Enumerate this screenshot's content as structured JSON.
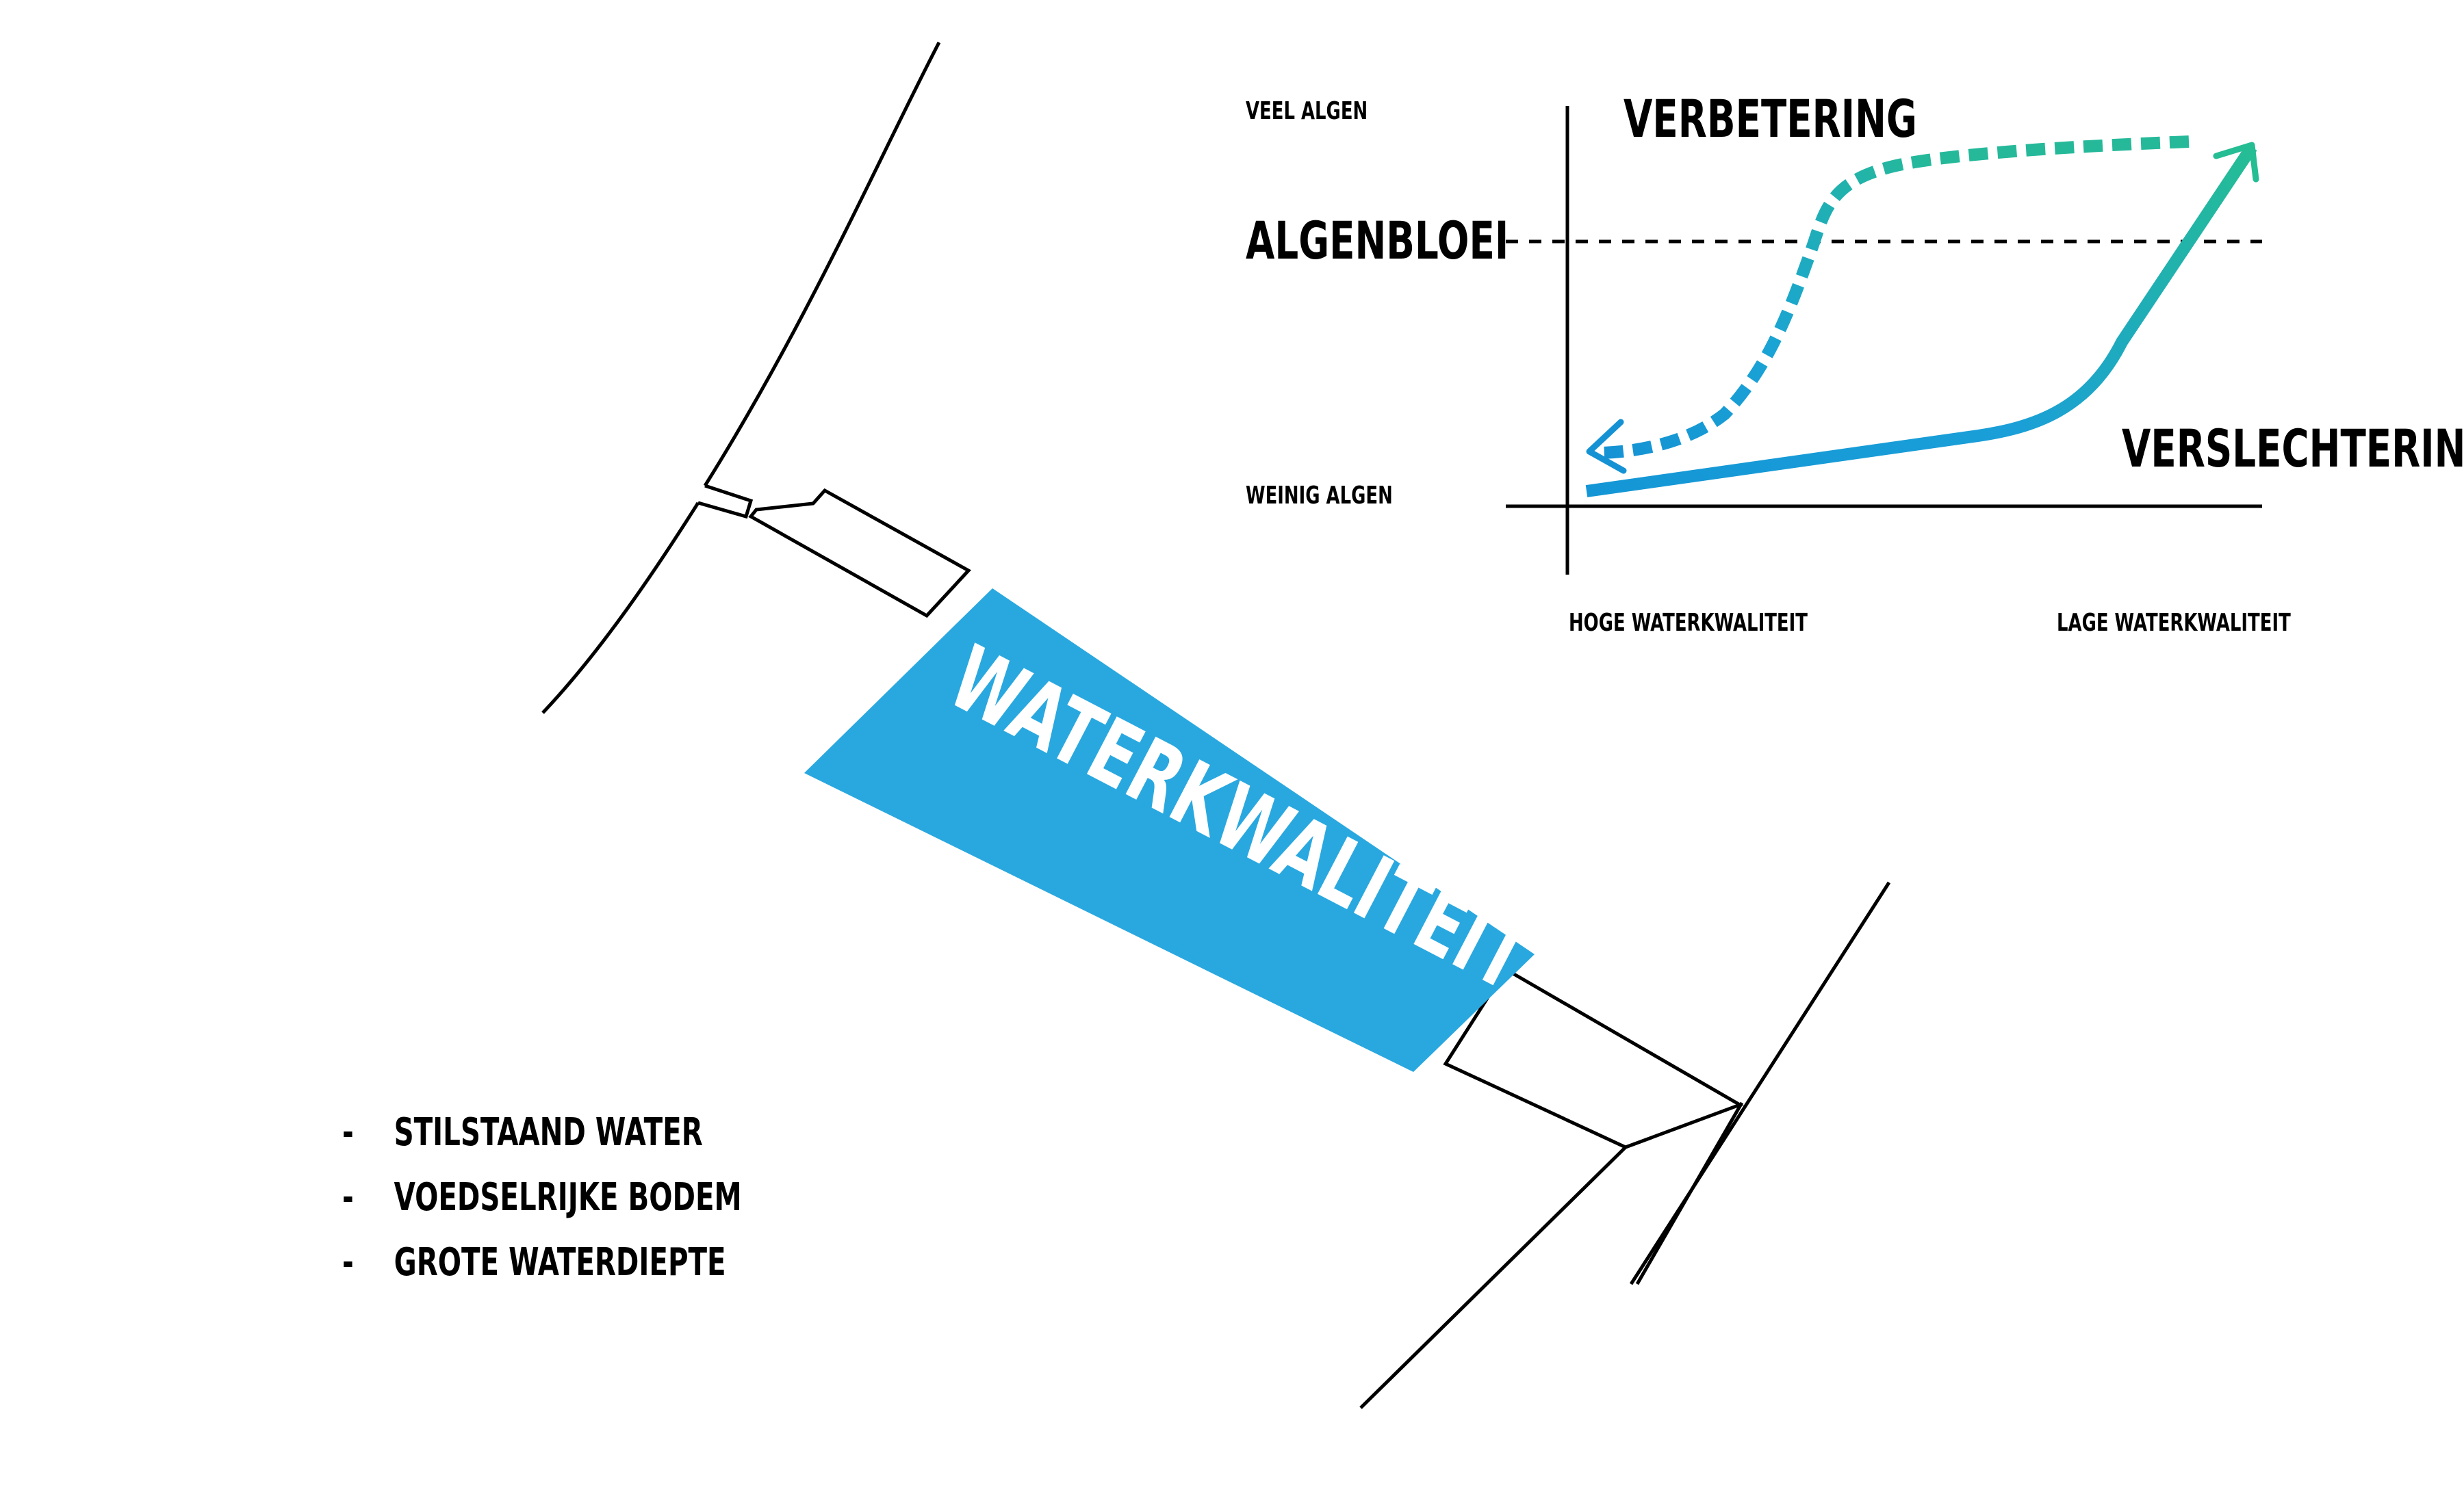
{
  "diagram": {
    "water_label": "WATERKWALITEIT",
    "causes": [
      "STILSTAAND WATER",
      "VOEDSELRIJKE BODEM",
      "GROTE WATERDIEPTE"
    ],
    "bullet": "-",
    "colors": {
      "water_fill": "#29a8e0",
      "arrow_green": "#22b99a",
      "arrow_blue": "#1496d6",
      "line": "#000000"
    }
  },
  "graph": {
    "y_top_label": "VEEL ALGEN",
    "y_bottom_label": "WEINIG ALGEN",
    "threshold_label": "ALGENBLOEI",
    "x_left_label": "HOGE WATERKWALITEIT",
    "x_right_label": "LAGE WATERKWALITEIT",
    "improve_label": "VERBETERING",
    "worsen_label": "VERSLECHTERING"
  }
}
